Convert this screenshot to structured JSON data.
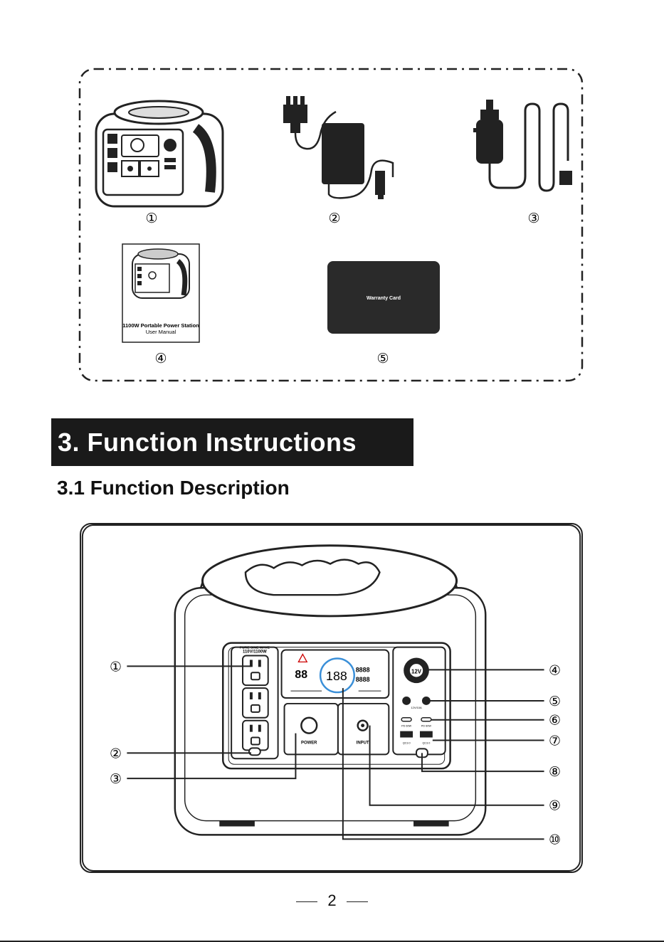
{
  "package_contents": {
    "item_labels": [
      "①",
      "②",
      "③",
      "④",
      "⑤"
    ],
    "manual_title": "1100W Portable Power Station",
    "manual_subtitle": "User Manual",
    "warranty_card_text": "Warranty Card"
  },
  "section": {
    "heading": "3. Function Instructions",
    "subheading": "3.1 Function Description"
  },
  "diagram": {
    "callouts": [
      "①",
      "②",
      "③",
      "④",
      "⑤",
      "⑥",
      "⑦",
      "⑧",
      "⑨",
      "⑩"
    ],
    "device_labels": {
      "ac_rating_line1": "PURE SINE WAVE",
      "ac_rating_line2": "110V/1100W",
      "power_button": "POWER",
      "input_port": "INPUT",
      "car_port": "12V",
      "dc_label": "12V/10A",
      "usb_c_left": "PD 60W",
      "usb_c_right": "PD 60W",
      "usb_a_left": "QC3.0",
      "usb_a_right": "QC3.0",
      "lcd_percent": "188",
      "lcd_digits_left": "88",
      "lcd_digits_right_top": "8888",
      "lcd_digits_right_bottom": "8888"
    }
  },
  "footer": {
    "page_number": "2"
  }
}
